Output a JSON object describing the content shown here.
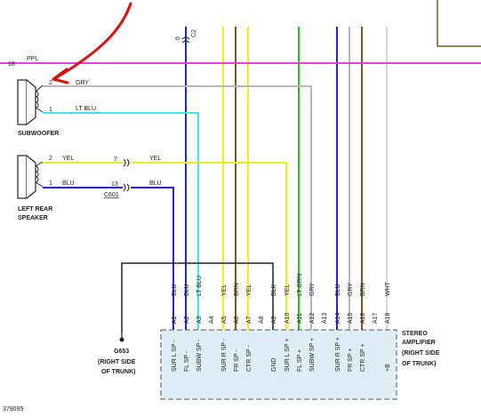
{
  "top_circuit": {
    "number": "18",
    "color": "PPL"
  },
  "devices": {
    "subwoofer": {
      "name": "SUBWOOFER",
      "pin2": "2",
      "pin2_wire": "GRY",
      "pin1": "1",
      "pin1_wire": "LT BLU"
    },
    "left_rear_speaker": {
      "name_line1": "LEFT REAR",
      "name_line2": "SPEAKER",
      "pin2": "2",
      "pin2_wire": "YEL",
      "pin1": "1",
      "pin1_wire": "BLU"
    }
  },
  "connector": {
    "name": "C601",
    "pin_top": "7",
    "pin_bottom": "13",
    "wire_top": "YEL",
    "wire_bottom": "BLU"
  },
  "top_connector_pin": "6",
  "top_connector_label": "C2",
  "ground": {
    "name": "G653",
    "loc1": "(RIGHT SIDE",
    "loc2": "OF TRUNK)"
  },
  "amplifier": {
    "name1": "STEREO",
    "name2": "AMPLIFIER",
    "loc1": "(RIGHT SIDE",
    "loc2": "OF TRUNK)"
  },
  "amp_pins": [
    {
      "pin": "A1",
      "wire": "BLU",
      "func": "SUR L SP -"
    },
    {
      "pin": "A2",
      "wire": "BLU",
      "func": "FL SP -"
    },
    {
      "pin": "A3",
      "wire": "LT BLU",
      "func": "SUBW SP -"
    },
    {
      "pin": "A4",
      "wire": "",
      "func": ""
    },
    {
      "pin": "A5",
      "wire": "YEL",
      "func": "SUR R SP -"
    },
    {
      "pin": "A6",
      "wire": "BRN",
      "func": "FR SP -"
    },
    {
      "pin": "A7",
      "wire": "YEL",
      "func": "CTR SP -"
    },
    {
      "pin": "A8",
      "wire": "",
      "func": ""
    },
    {
      "pin": "A9",
      "wire": "BLK",
      "func": "GND"
    },
    {
      "pin": "A10",
      "wire": "YEL",
      "func": "SUR L SP +"
    },
    {
      "pin": "A11",
      "wire": "LT GRN",
      "func": "FL SP +"
    },
    {
      "pin": "A12",
      "wire": "GRY",
      "func": "SUBW SP +"
    },
    {
      "pin": "A13",
      "wire": "",
      "func": ""
    },
    {
      "pin": "A14",
      "wire": "BLU",
      "func": "SUR R SP +"
    },
    {
      "pin": "A15",
      "wire": "GRY",
      "func": "FR SP +"
    },
    {
      "pin": "A16",
      "wire": "BRN",
      "func": "CTR SP +"
    },
    {
      "pin": "A17",
      "wire": "",
      "func": ""
    },
    {
      "pin": "A18",
      "wire": "WHT",
      "func": "+B"
    }
  ],
  "figure_number": "379095",
  "colors": {
    "ppl": "#e83ee0",
    "gry": "#b8b8b8",
    "ltblu": "#3ee6ee",
    "yel": "#f2ea22",
    "blu": "#2626c8",
    "brn": "#7a5a22",
    "blk": "#222222",
    "ltgrn": "#22c322",
    "wht": "#d8d8d8",
    "annotation": "#dd1111",
    "amp_fill": "#ddeef6"
  }
}
